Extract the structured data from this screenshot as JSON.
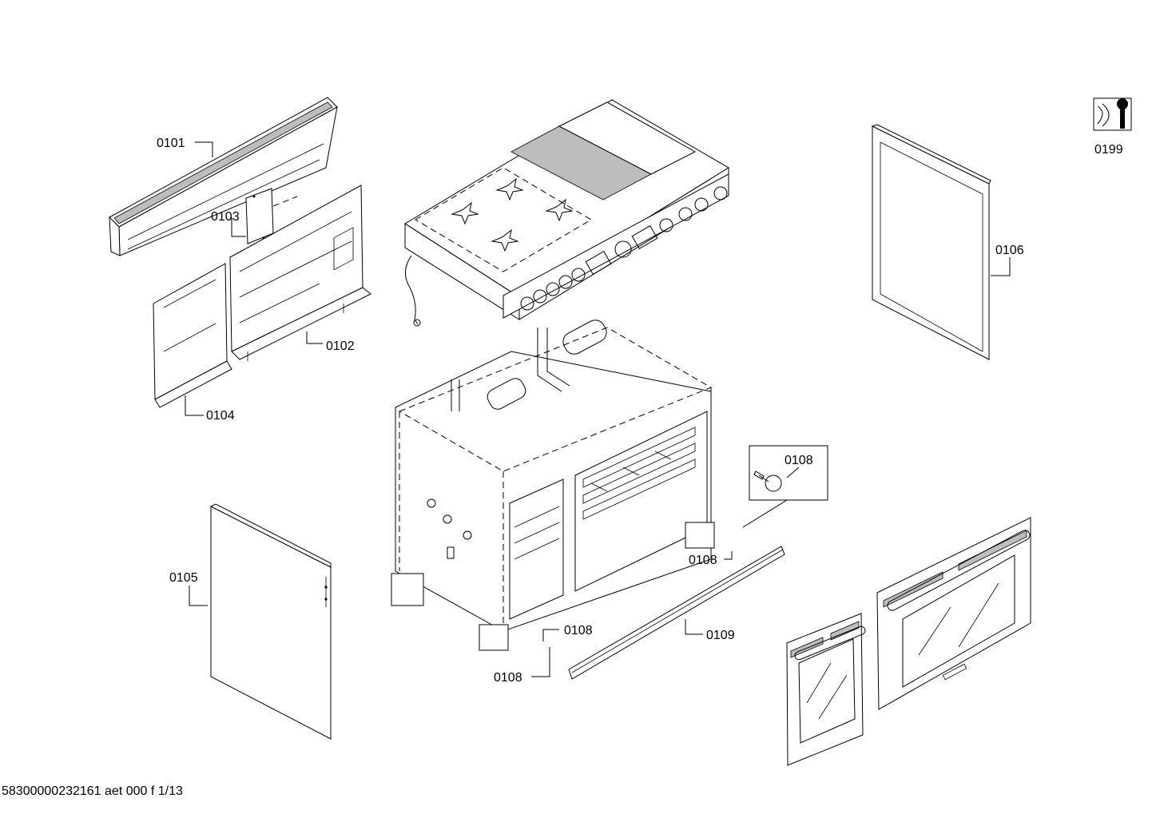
{
  "labels": {
    "p0101": "0101",
    "p0102": "0102",
    "p0103": "0103",
    "p0104": "0104",
    "p0105": "0105",
    "p0106": "0106",
    "p0108_detail": "0108",
    "p0108_a": "0108",
    "p0108_b": "0108",
    "p0108_c": "0108",
    "p0109": "0109",
    "p0199": "0199"
  },
  "footer": "58300000232161 aet 000 f 1/13",
  "icons": {
    "service": "service-wrench-icon"
  }
}
